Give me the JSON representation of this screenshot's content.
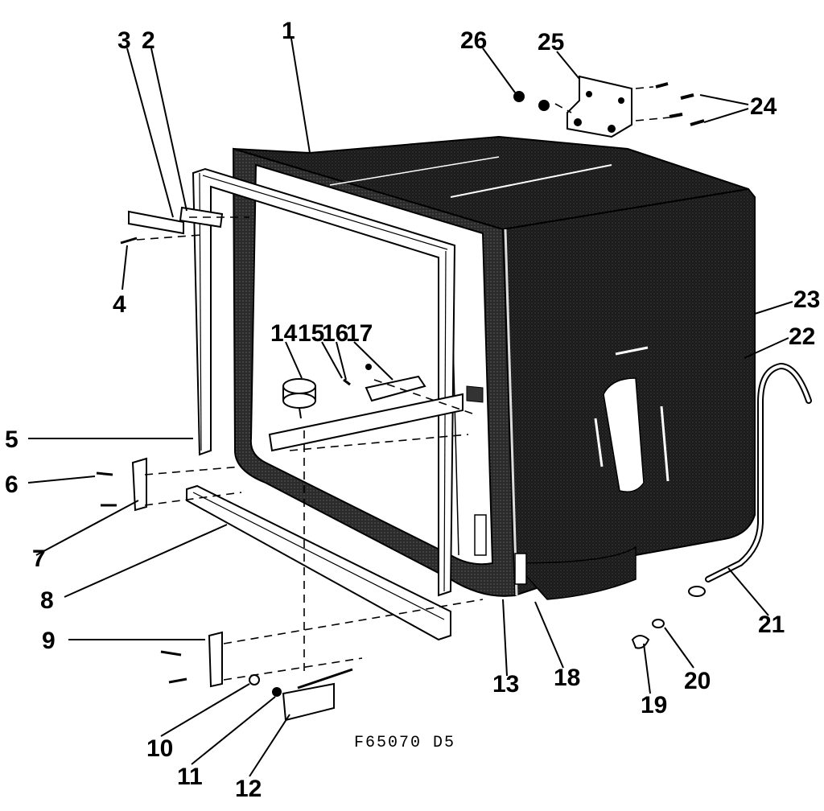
{
  "drawing_code": "F65070 D5",
  "callouts": [
    {
      "id": "c1",
      "label": "1"
    },
    {
      "id": "c2",
      "label": "2"
    },
    {
      "id": "c3",
      "label": "3"
    },
    {
      "id": "c4",
      "label": "4"
    },
    {
      "id": "c5",
      "label": "5"
    },
    {
      "id": "c6",
      "label": "6"
    },
    {
      "id": "c7",
      "label": "7"
    },
    {
      "id": "c8",
      "label": "8"
    },
    {
      "id": "c9",
      "label": "9"
    },
    {
      "id": "c10",
      "label": "10"
    },
    {
      "id": "c11",
      "label": "11"
    },
    {
      "id": "c12",
      "label": "12"
    },
    {
      "id": "c13",
      "label": "13"
    },
    {
      "id": "c14",
      "label": "14"
    },
    {
      "id": "c15",
      "label": "15"
    },
    {
      "id": "c16",
      "label": "16"
    },
    {
      "id": "c17",
      "label": "17"
    },
    {
      "id": "c18",
      "label": "18"
    },
    {
      "id": "c19",
      "label": "19"
    },
    {
      "id": "c20",
      "label": "20"
    },
    {
      "id": "c21",
      "label": "21"
    },
    {
      "id": "c22",
      "label": "22"
    },
    {
      "id": "c23",
      "label": "23"
    },
    {
      "id": "c24",
      "label": "24"
    },
    {
      "id": "c25",
      "label": "25"
    },
    {
      "id": "c26",
      "label": "26"
    }
  ]
}
